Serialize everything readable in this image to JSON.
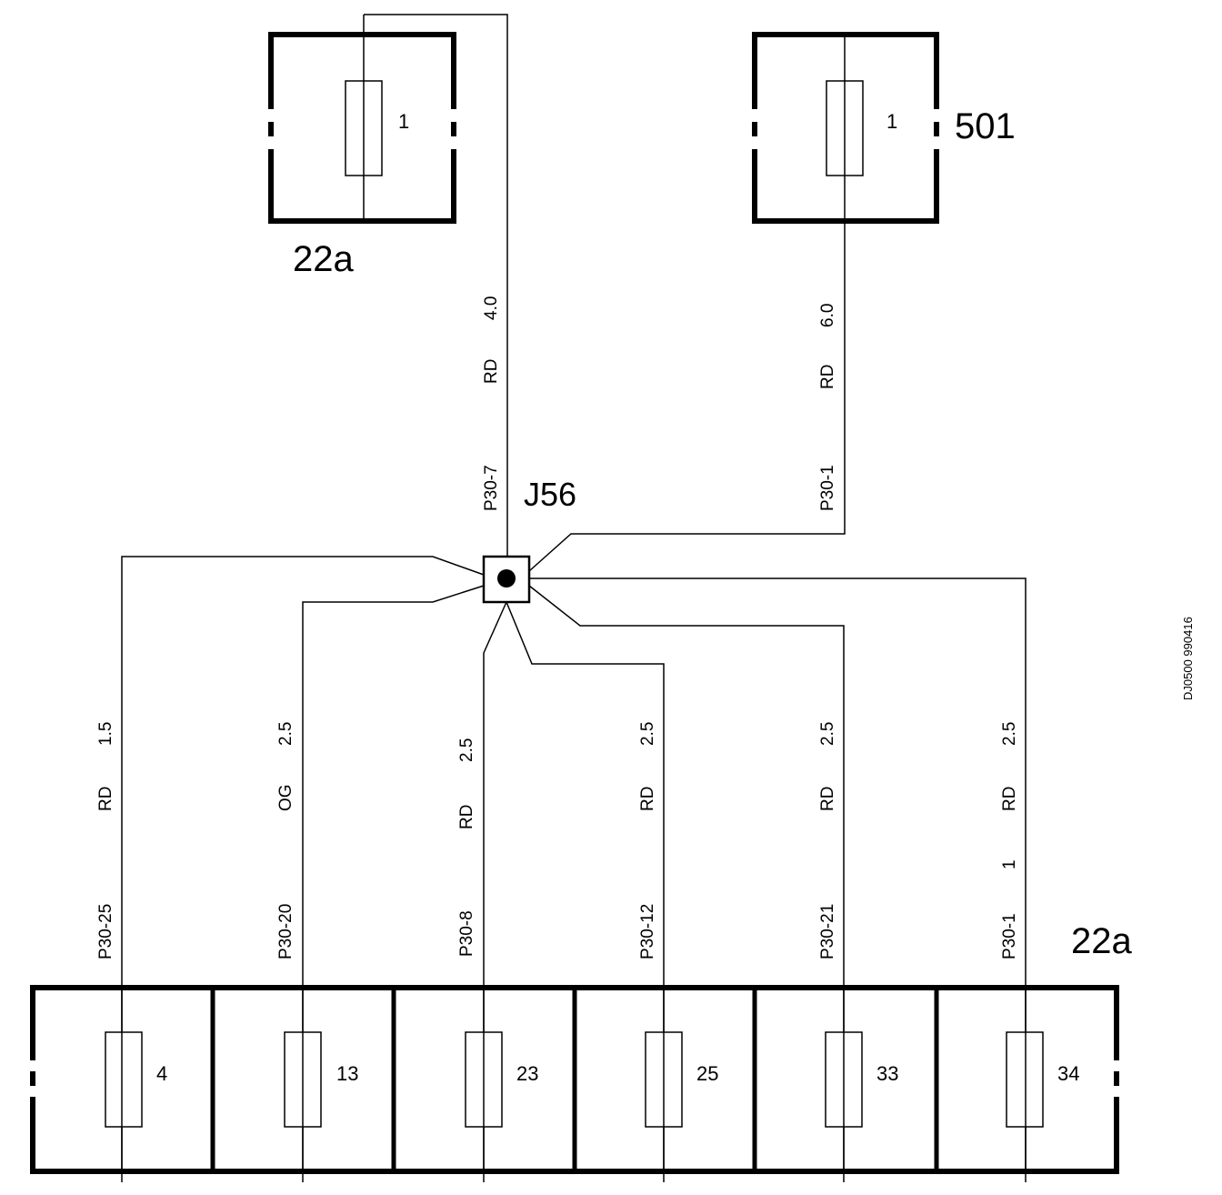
{
  "labels": {
    "top_left_box": "22a",
    "top_right_box": "501",
    "splice": "J56",
    "bottom_box": "22a",
    "doc_ref": "DJ0500 990416"
  },
  "top_fuses": {
    "left": "1",
    "right": "1"
  },
  "top_wires": {
    "left": {
      "circuit": "P30-7",
      "color": "RD",
      "size": "4.0"
    },
    "right": {
      "circuit": "P30-1",
      "color": "RD",
      "size": "6.0"
    }
  },
  "bottom_wires": [
    {
      "circuit": "P30-25",
      "color": "RD",
      "size": "1.5",
      "extra": ""
    },
    {
      "circuit": "P30-20",
      "color": "OG",
      "size": "2.5",
      "extra": ""
    },
    {
      "circuit": "P30-8",
      "color": "RD",
      "size": "2.5",
      "extra": ""
    },
    {
      "circuit": "P30-12",
      "color": "RD",
      "size": "2.5",
      "extra": ""
    },
    {
      "circuit": "P30-21",
      "color": "RD",
      "size": "2.5",
      "extra": ""
    },
    {
      "circuit": "P30-1",
      "color": "RD",
      "size": "2.5",
      "extra": "1"
    }
  ],
  "bottom_fuses": [
    "4",
    "13",
    "23",
    "25",
    "33",
    "34"
  ]
}
